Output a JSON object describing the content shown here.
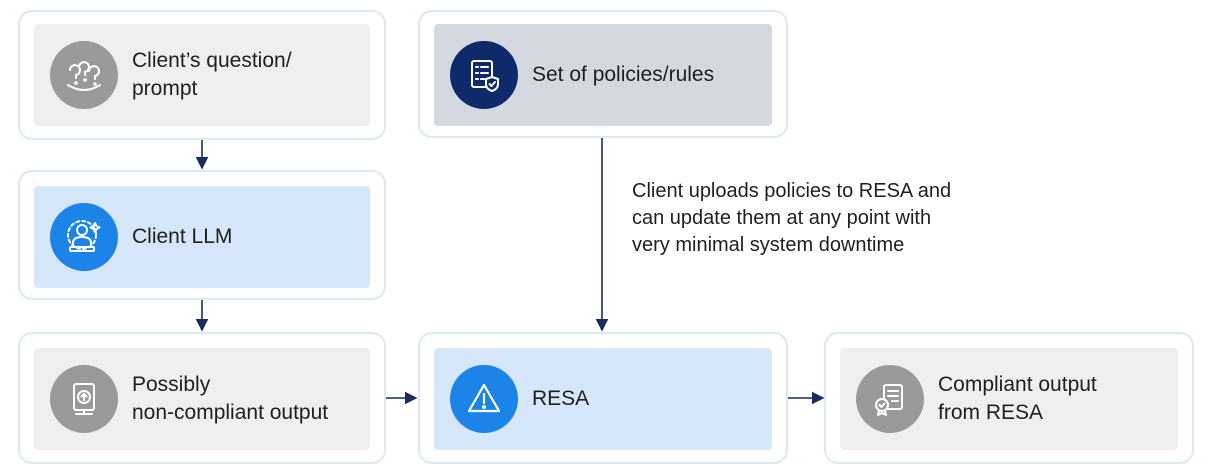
{
  "nodes": {
    "question": {
      "label": "Client’s question/\nprompt",
      "icon": "question-marks-icon"
    },
    "policies": {
      "label": "Set of policies/rules",
      "icon": "policy-document-shield-icon"
    },
    "llm": {
      "label": "Client LLM",
      "icon": "person-ai-icon"
    },
    "output": {
      "label": "Possibly\nnon-compliant output",
      "icon": "document-upload-icon"
    },
    "resa": {
      "label": "RESA",
      "icon": "warning-triangle-icon"
    },
    "compliant": {
      "label": "Compliant output\nfrom RESA",
      "icon": "certified-document-icon"
    }
  },
  "annotation": {
    "upload_note": "Client uploads policies to RESA and\ncan update them at any point with\nvery minimal system downtime"
  },
  "colors": {
    "card_border": "#dbe9f5",
    "grey_fill": "#efefef",
    "slate_fill": "#d4d8e1",
    "blue_fill": "#d6e7fb",
    "navy_icon": "#0f2a6b",
    "blue_icon": "#1c84e8",
    "grey_icon": "#9a9a9a",
    "arrow": "#1a2b5e"
  }
}
